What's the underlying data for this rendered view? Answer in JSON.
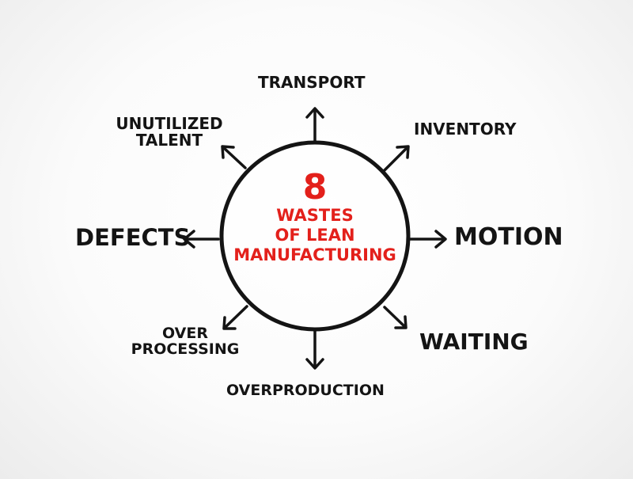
{
  "center": {
    "number": "8",
    "line1": "WASTES",
    "line2": "OF LEAN",
    "line3": "MANUFACTURING"
  },
  "wastes": {
    "transport": "TRANSPORT",
    "inventory": "INVENTORY",
    "motion": "MOTION",
    "waiting": "WAITING",
    "overproduction": "OVERPRODUCTION",
    "over_processing": [
      "OVER",
      "PROCESSING"
    ],
    "defects": "DEFECTS",
    "unutilized_talent": [
      "UNUTILIZED",
      "TALENT"
    ]
  },
  "colors": {
    "accent": "#e3201b",
    "ink": "#141414"
  }
}
